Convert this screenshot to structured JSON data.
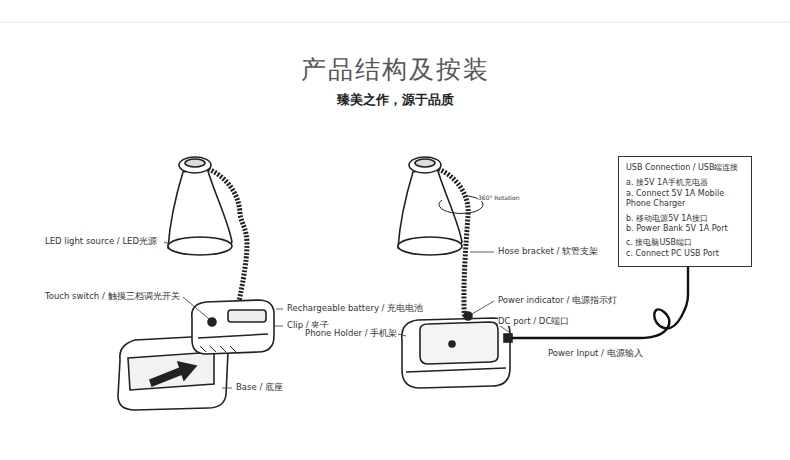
{
  "diagram": {
    "title": "产品结构及按装",
    "nodes": [
      {
        "text": [
          "USB Connection / USB端连接",
          "a. 接5V 1A手机充电器",
          "a. Connect 5V 1A Mobile Phone Charger",
          "b. 移动电源5V 1A接口",
          "b. Power Bank 5V 1A Port",
          "c. 接电脑USB端口",
          "c. Connect PC USB Port"
        ]
      }
    ],
    "labels": [
      "臻美之作，源于品质",
      "LED light source / LED光源",
      "Touch switch / 触摸三档调光开关",
      "Rechargeable battery / 充电电池",
      "Clip / 夹子",
      "Base / 底座",
      "360° Rotation",
      "Hose bracket / 软管支架",
      "Power indicator / 电源指示灯",
      "DC port / DC端口",
      "Phone Holder / 手机架",
      "Power Input / 电源输入"
    ]
  }
}
